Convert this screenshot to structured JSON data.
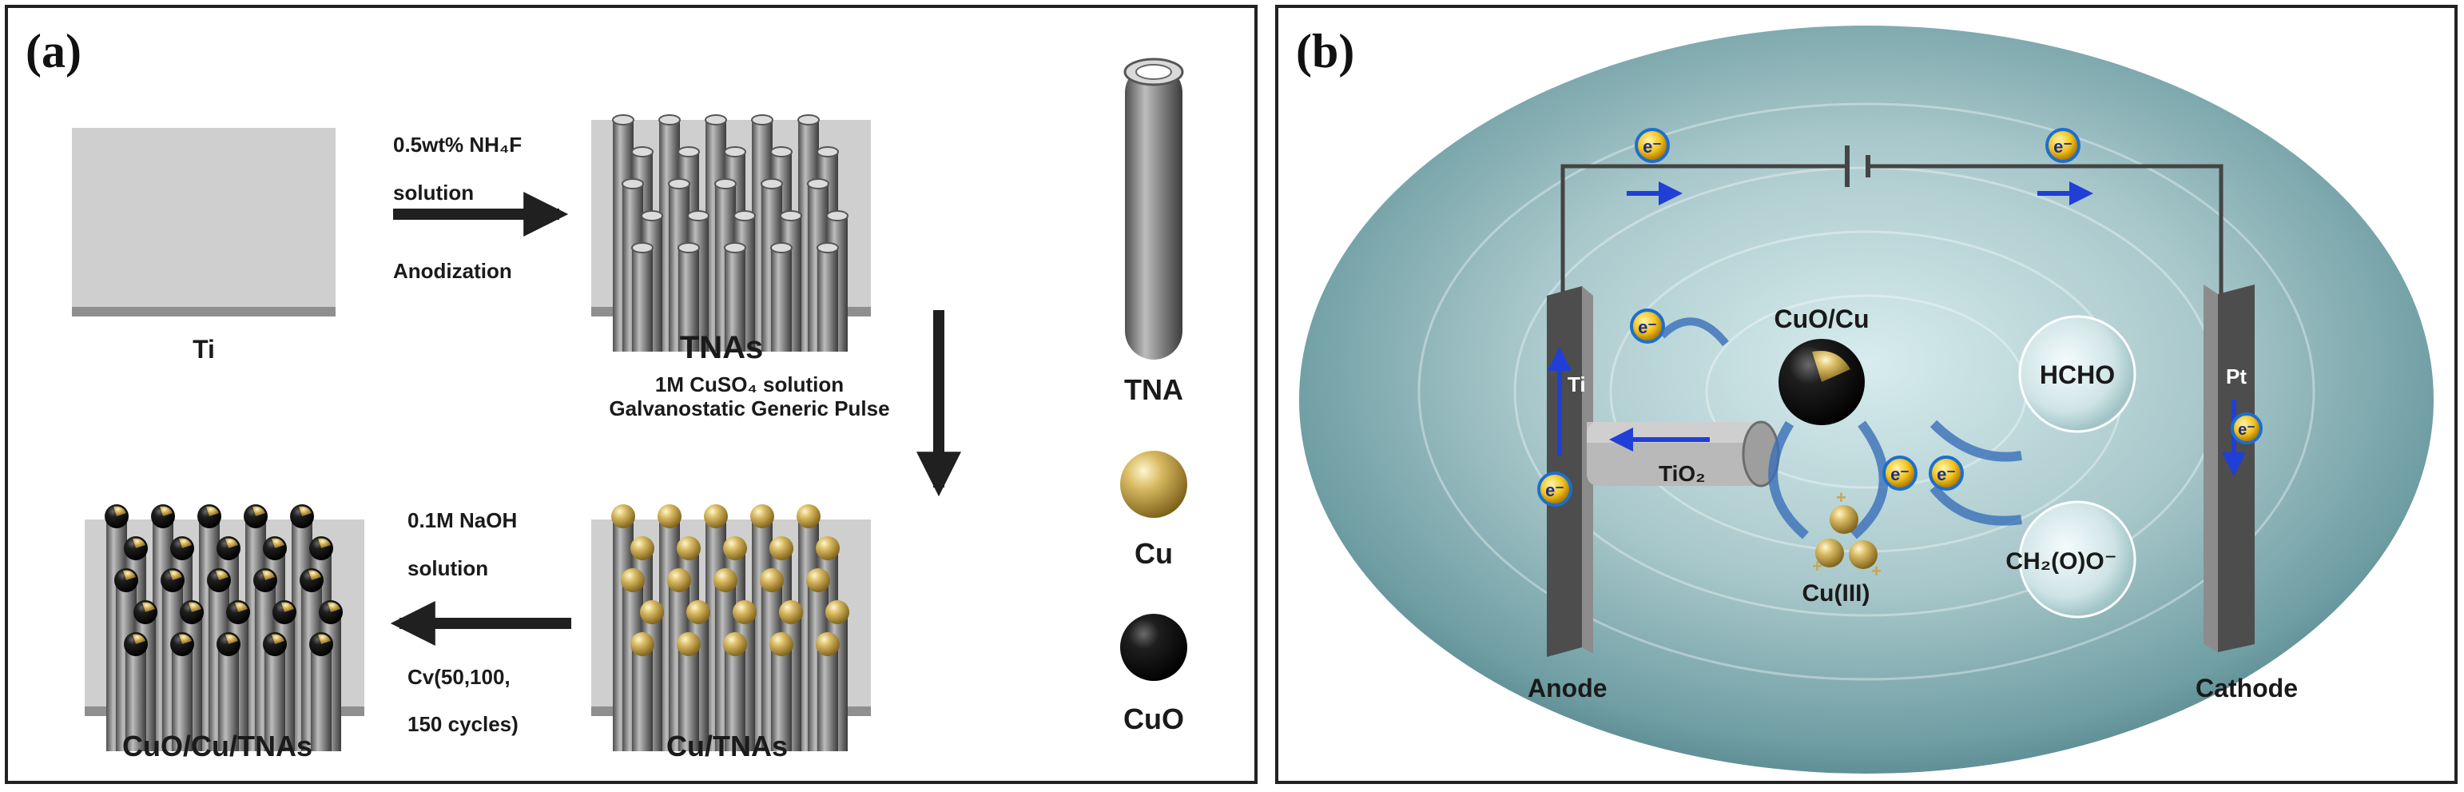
{
  "panel_a": {
    "letter": "(a)",
    "ti": "Ti",
    "tnas": "TNAs",
    "cu_tnas": "Cu/TNAs",
    "cuo_cu_tnas": "CuO/Cu/TNAs",
    "step1": [
      "0.5wt% NH₄F",
      "solution",
      "Anodization"
    ],
    "step2": [
      "1M CuSO₄ solution",
      "Galvanostatic Generic Pulse"
    ],
    "step3": [
      "0.1M NaOH",
      "solution",
      "Cv(50,100,",
      "150 cycles)"
    ],
    "legend": [
      "TNA",
      "Cu",
      "CuO"
    ]
  },
  "panel_b": {
    "letter": "(b)",
    "electron": "e⁻",
    "ti": "Ti",
    "tio2": "TiO₂",
    "cuo_cu": "CuO/Cu",
    "hcho": "HCHO",
    "pt": "Pt",
    "cu3": "Cu(III)",
    "product": "CH₂(O)O⁻",
    "anode": "Anode",
    "cathode": "Cathode"
  },
  "colors": {
    "tube": "#7d7d7d",
    "substrate": "#cdcdcd",
    "cu": "#c9a84a",
    "cuo": "#151515",
    "arrow": "#202020",
    "water": "#8fb3b6",
    "blue_arrow": "#1f3fd6"
  }
}
